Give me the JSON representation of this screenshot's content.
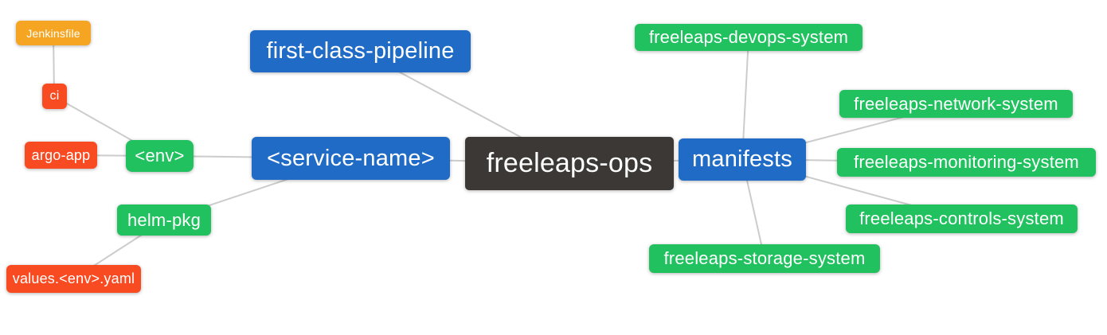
{
  "colors": {
    "blue": "#1f6bc5",
    "green": "#21c15f",
    "red": "#f94b22",
    "orange": "#f6a522",
    "dark": "#3b3835",
    "edge": "#cccccc",
    "text": "#ffffff",
    "background": "#ffffff"
  },
  "diagram": {
    "type": "mindmap",
    "root_label": "freeleaps-ops",
    "nodes": {
      "jenkinsfile": {
        "label": "Jenkinsfile",
        "color": "orange"
      },
      "ci": {
        "label": "ci",
        "color": "red"
      },
      "argo_app": {
        "label": "argo-app",
        "color": "red"
      },
      "env": {
        "label": "<env>",
        "color": "green"
      },
      "first_class_pipeline": {
        "label": "first-class-pipeline",
        "color": "blue"
      },
      "service_name": {
        "label": "<service-name>",
        "color": "blue"
      },
      "freeleaps_ops": {
        "label": "freeleaps-ops",
        "color": "dark"
      },
      "manifests": {
        "label": "manifests",
        "color": "blue"
      },
      "helm_pkg": {
        "label": "helm-pkg",
        "color": "green"
      },
      "values_env_yaml": {
        "label": "values.<env>.yaml",
        "color": "red"
      },
      "devops_system": {
        "label": "freeleaps-devops-system",
        "color": "green"
      },
      "network_system": {
        "label": "freeleaps-network-system",
        "color": "green"
      },
      "monitoring_system": {
        "label": "freeleaps-monitoring-system",
        "color": "green"
      },
      "controls_system": {
        "label": "freeleaps-controls-system",
        "color": "green"
      },
      "storage_system": {
        "label": "freeleaps-storage-system",
        "color": "green"
      }
    },
    "edges": [
      {
        "from": "jenkinsfile",
        "to": "ci"
      },
      {
        "from": "ci",
        "to": "env"
      },
      {
        "from": "argo_app",
        "to": "env"
      },
      {
        "from": "env",
        "to": "service_name"
      },
      {
        "from": "helm_pkg",
        "to": "service_name"
      },
      {
        "from": "values_env_yaml",
        "to": "helm_pkg"
      },
      {
        "from": "first_class_pipeline",
        "to": "freeleaps_ops"
      },
      {
        "from": "service_name",
        "to": "freeleaps_ops"
      },
      {
        "from": "freeleaps_ops",
        "to": "manifests"
      },
      {
        "from": "manifests",
        "to": "devops_system"
      },
      {
        "from": "manifests",
        "to": "network_system"
      },
      {
        "from": "manifests",
        "to": "monitoring_system"
      },
      {
        "from": "manifests",
        "to": "controls_system"
      },
      {
        "from": "manifests",
        "to": "storage_system"
      }
    ]
  }
}
